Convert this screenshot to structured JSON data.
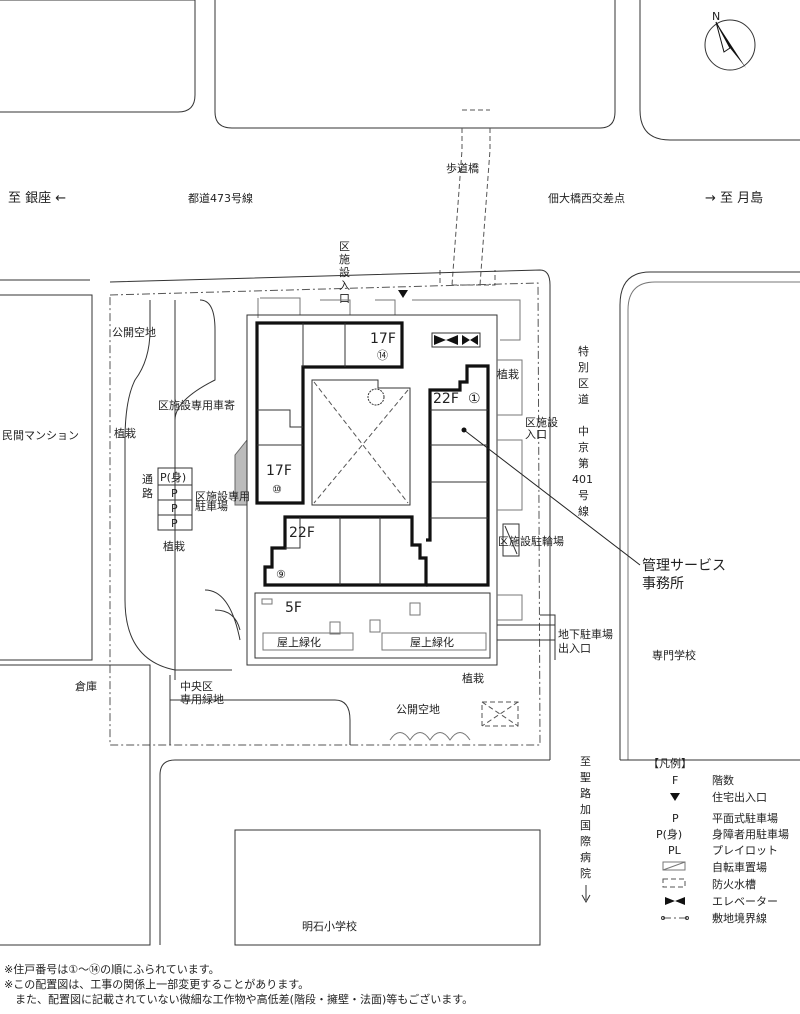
{
  "compass": {
    "north": "N"
  },
  "roads": {
    "to_ginza": "至 銀座 ←",
    "route_473": "都道473号線",
    "tsukuda_intersection": "佃大橋西交差点",
    "to_tsukishima": "→ 至 月島",
    "footbridge": "歩道橋",
    "east_road": [
      "特",
      "別",
      "区",
      "道",
      "",
      "中",
      "京",
      "第",
      "401",
      "号",
      "線"
    ],
    "to_hospital": [
      "至",
      "聖",
      "路",
      "加",
      "国",
      "際",
      "病",
      "院"
    ]
  },
  "labels": {
    "ward_facility_entrance_top": [
      "区",
      "施",
      "設",
      "入",
      "口"
    ],
    "public_open_space_nw": "公開空地",
    "private_mansion": "民間マンション",
    "planting_west": "植栽",
    "ward_carpark_dropoff": "区施設専用車寄",
    "passage": [
      "通",
      "路"
    ],
    "parking": [
      "P(身)",
      "P",
      "P",
      "P"
    ],
    "planting_sw": "植栽",
    "ward_parking": [
      "区施設専用",
      "駐車場"
    ],
    "planting_ne": "植栽",
    "ward_entrance_east": [
      "区施設",
      "入口"
    ],
    "ward_bicycle": "区施設駐輪場",
    "underground_parking": [
      "地下駐車場",
      "出入口"
    ],
    "management_office": [
      "管理サービス",
      "事務所"
    ],
    "vocational_school": "専門学校",
    "warehouse": "倉庫",
    "chuo_green": [
      "中央区",
      "専用緑地"
    ],
    "public_open_space_s": "公開空地",
    "planting_s": "植栽",
    "akashi_school": "明石小学校",
    "rooftop_green_1": "屋上緑化",
    "rooftop_green_2": "屋上緑化"
  },
  "floors": {
    "f17_north": "17F",
    "unit_14": "⑭",
    "f22_east": "22F",
    "unit_1": "①",
    "f17_west": "17F",
    "unit_10": "⑩",
    "f22_south": "22F",
    "unit_9": "⑨",
    "f5": "5F"
  },
  "legend": {
    "title": "【凡例】",
    "items": [
      {
        "symbol": "F",
        "label": "階数"
      },
      {
        "symbol": "▼",
        "label": "住宅出入口"
      },
      {
        "symbol": "P",
        "label": "平面式駐車場"
      },
      {
        "symbol": "P(身)",
        "label": "身障者用駐車場"
      },
      {
        "symbol": "PL",
        "label": "プレイロット"
      },
      {
        "symbol": "bicycle-icon",
        "label": "自転車置場"
      },
      {
        "symbol": "water-tank-icon",
        "label": "防火水槽"
      },
      {
        "symbol": "elevator-icon",
        "label": "エレベーター"
      },
      {
        "symbol": "boundary-icon",
        "label": "敷地境界線"
      }
    ]
  },
  "notes": [
    "※住戸番号は①〜⑭の順にふられています。",
    "※この配置図は、工事の関係上一部変更することがあります。",
    "　また、配置図に記載されていない微細な工作物や高低差(階段・擁壁・法面)等もございます。"
  ]
}
